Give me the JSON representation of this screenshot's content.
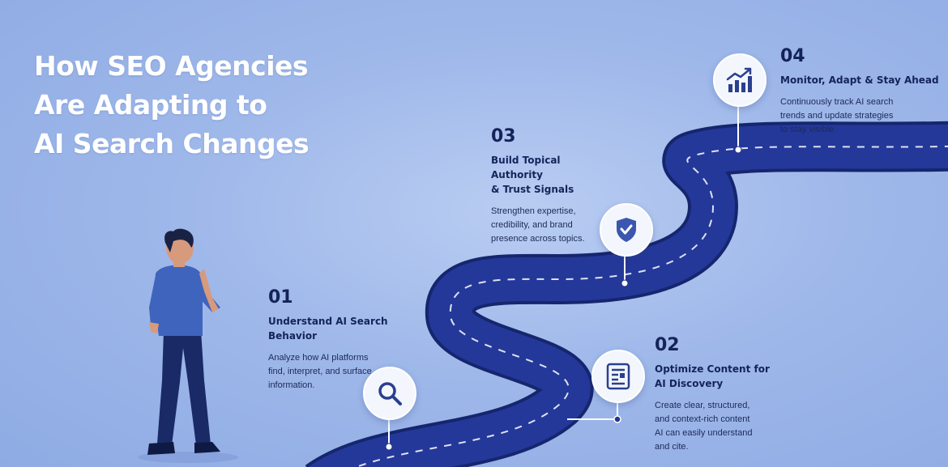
{
  "title": {
    "line1": "How SEO Agencies",
    "line2": "Are Adapting to",
    "line3": "AI Search Changes"
  },
  "steps": [
    {
      "number": "01",
      "heading_line1": "Understand AI Search",
      "heading_line2": "Behavior",
      "desc_line1": "Analyze how AI platforms",
      "desc_line2": "find, interpret, and surface",
      "desc_line3": "information.",
      "icon": "magnifier-icon"
    },
    {
      "number": "02",
      "heading_line1": "Optimize Content for",
      "heading_line2": "AI Discovery",
      "desc_line1": "Create clear, structured,",
      "desc_line2": "and context-rich content",
      "desc_line3": "AI can easily understand",
      "desc_line4": "and cite.",
      "icon": "document-icon"
    },
    {
      "number": "03",
      "heading_line1": "Build Topical Authority",
      "heading_line2": "& Trust Signals",
      "desc_line1": "Strengthen expertise,",
      "desc_line2": "credibility, and brand",
      "desc_line3": "presence across topics.",
      "icon": "shield-check-icon"
    },
    {
      "number": "04",
      "heading_line1": "Monitor, Adapt & Stay Ahead",
      "desc_line1": "Continuously track AI search",
      "desc_line2": "trends and update strategies",
      "desc_line3": "to stay visible.",
      "icon": "growth-chart-icon"
    }
  ],
  "colors": {
    "road": "#22358f",
    "road_edge": "#16266e",
    "text_dark": "#14245a",
    "title": "#ffffff",
    "shirt": "#3e64bd",
    "pants": "#1a2a66"
  }
}
